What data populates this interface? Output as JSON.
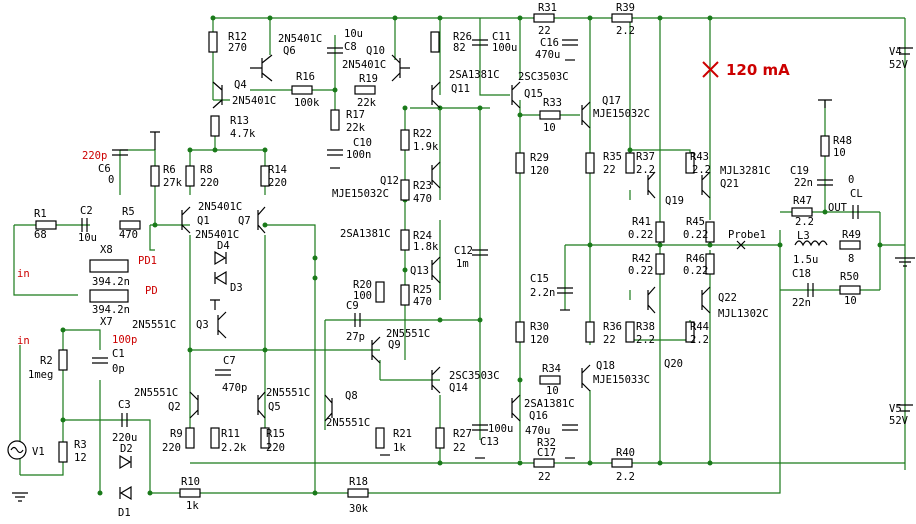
{
  "labels": [
    {
      "text": "R12",
      "name": "r12"
    },
    {
      "text": "270",
      "name": "r12-value"
    },
    {
      "text": "Q6",
      "name": "q6"
    },
    {
      "text": "2N5401C",
      "name": "q6-type"
    },
    {
      "text": "10u",
      "name": "c8-value"
    },
    {
      "text": "C8",
      "name": "c8"
    },
    {
      "text": "Q10",
      "name": "q10"
    },
    {
      "text": "2N5401C",
      "name": "q10-type"
    },
    {
      "text": "R26",
      "name": "r26"
    },
    {
      "text": "82",
      "name": "r26-value"
    },
    {
      "text": "C11",
      "name": "c11"
    },
    {
      "text": "100u",
      "name": "c11-value"
    },
    {
      "text": "R31",
      "name": "r31"
    },
    {
      "text": "22",
      "name": "r31-value"
    },
    {
      "text": "C16",
      "name": "c16"
    },
    {
      "text": "470u",
      "name": "c16-value"
    },
    {
      "text": "R39",
      "name": "r39"
    },
    {
      "text": "2.2",
      "name": "r39-value"
    },
    {
      "text": "V4",
      "name": "v4"
    },
    {
      "text": "52V",
      "name": "v4-value"
    },
    {
      "text": "120 mA",
      "name": "current-annotation"
    },
    {
      "text": "Q4",
      "name": "q4"
    },
    {
      "text": "2N5401C",
      "name": "q4-type"
    },
    {
      "text": "R16",
      "name": "r16"
    },
    {
      "text": "100k",
      "name": "r16-value"
    },
    {
      "text": "R19",
      "name": "r19"
    },
    {
      "text": "22k",
      "name": "r19-value"
    },
    {
      "text": "2SA1381C",
      "name": "q11-type"
    },
    {
      "text": "Q11",
      "name": "q11"
    },
    {
      "text": "2SC3503C",
      "name": "q15-type"
    },
    {
      "text": "Q15",
      "name": "q15"
    },
    {
      "text": "R33",
      "name": "r33"
    },
    {
      "text": "10",
      "name": "r33-value"
    },
    {
      "text": "Q17",
      "name": "q17"
    },
    {
      "text": "MJE15032C",
      "name": "q17-type"
    },
    {
      "text": "R13",
      "name": "r13"
    },
    {
      "text": "4.7k",
      "name": "r13-value"
    },
    {
      "text": "R17",
      "name": "r17"
    },
    {
      "text": "22k",
      "name": "r17-value"
    },
    {
      "text": "R48",
      "name": "r48"
    },
    {
      "text": "10",
      "name": "r48-value"
    },
    {
      "text": "R22",
      "name": "r22"
    },
    {
      "text": "1.9k",
      "name": "r22-value"
    },
    {
      "text": "C10",
      "name": "c10"
    },
    {
      "text": "100n",
      "name": "c10-value"
    },
    {
      "text": "220p",
      "name": "c6-value-red"
    },
    {
      "text": "C6",
      "name": "c6"
    },
    {
      "text": "0",
      "name": "c6-value"
    },
    {
      "text": "R6",
      "name": "r6"
    },
    {
      "text": "27k",
      "name": "r6-value"
    },
    {
      "text": "R8",
      "name": "r8"
    },
    {
      "text": "220",
      "name": "r8-value"
    },
    {
      "text": "R14",
      "name": "r14"
    },
    {
      "text": "220",
      "name": "r14-value"
    },
    {
      "text": "Q12",
      "name": "q12"
    },
    {
      "text": "MJE15032C",
      "name": "q12-type"
    },
    {
      "text": "R23",
      "name": "r23"
    },
    {
      "text": "470",
      "name": "r23-value"
    },
    {
      "text": "R29",
      "name": "r29"
    },
    {
      "text": "120",
      "name": "r29-value"
    },
    {
      "text": "R35",
      "name": "r35"
    },
    {
      "text": "22",
      "name": "r35-value"
    },
    {
      "text": "R37",
      "name": "r37"
    },
    {
      "text": "2.2",
      "name": "r37-value"
    },
    {
      "text": "R43",
      "name": "r43"
    },
    {
      "text": "2.2",
      "name": "r43-value"
    },
    {
      "text": "MJL3281C",
      "name": "q21-type"
    },
    {
      "text": "Q21",
      "name": "q21"
    },
    {
      "text": "C19",
      "name": "c19"
    },
    {
      "text": "22n",
      "name": "c19-value"
    },
    {
      "text": "0",
      "name": "cl-value"
    },
    {
      "text": "CL",
      "name": "cl"
    },
    {
      "text": "Q19",
      "name": "q19"
    },
    {
      "text": "R1",
      "name": "r1"
    },
    {
      "text": "68",
      "name": "r1-value"
    },
    {
      "text": "C2",
      "name": "c2"
    },
    {
      "text": "10u",
      "name": "c2-value"
    },
    {
      "text": "R5",
      "name": "r5"
    },
    {
      "text": "470",
      "name": "r5-value"
    },
    {
      "text": "Q1",
      "name": "q1"
    },
    {
      "text": "2N5401C",
      "name": "q1-type"
    },
    {
      "text": "Q7",
      "name": "q7"
    },
    {
      "text": "2N5401C",
      "name": "q7-type"
    },
    {
      "text": "2SA1381C",
      "name": "q13-type"
    },
    {
      "text": "R41",
      "name": "r41"
    },
    {
      "text": "0.22",
      "name": "r41-value"
    },
    {
      "text": "R45",
      "name": "r45"
    },
    {
      "text": "0.22",
      "name": "r45-value"
    },
    {
      "text": "R47",
      "name": "r47"
    },
    {
      "text": "2.2",
      "name": "r47-value"
    },
    {
      "text": "OUT",
      "name": "out-label"
    },
    {
      "text": "X8",
      "name": "x8"
    },
    {
      "text": "D4",
      "name": "d4"
    },
    {
      "text": "PD1",
      "name": "pd1-label"
    },
    {
      "text": "R24",
      "name": "r24"
    },
    {
      "text": "1.8k",
      "name": "r24-value"
    },
    {
      "text": "C12",
      "name": "c12"
    },
    {
      "text": "1m",
      "name": "c12-value"
    },
    {
      "text": "Probe1",
      "name": "probe1"
    },
    {
      "text": "L3",
      "name": "l3"
    },
    {
      "text": "1.5u",
      "name": "l3-value"
    },
    {
      "text": "R49",
      "name": "r49"
    },
    {
      "text": "8",
      "name": "r49-value"
    },
    {
      "text": "in",
      "name": "in-label-1"
    },
    {
      "text": "394.2n",
      "name": "x8-value"
    },
    {
      "text": "D3",
      "name": "d3"
    },
    {
      "text": "Q13",
      "name": "q13"
    },
    {
      "text": "R42",
      "name": "r42"
    },
    {
      "text": "0.22",
      "name": "r42-value"
    },
    {
      "text": "R46",
      "name": "r46"
    },
    {
      "text": "0.22",
      "name": "r46-value"
    },
    {
      "text": "PD",
      "name": "pd-label"
    },
    {
      "text": "394.2n",
      "name": "x7-value"
    },
    {
      "text": "X7",
      "name": "x7"
    },
    {
      "text": "R20",
      "name": "r20"
    },
    {
      "text": "100",
      "name": "r20-value"
    },
    {
      "text": "R25",
      "name": "r25"
    },
    {
      "text": "470",
      "name": "r25-value"
    },
    {
      "text": "C15",
      "name": "c15"
    },
    {
      "text": "2.2n",
      "name": "c15-value"
    },
    {
      "text": "C18",
      "name": "c18"
    },
    {
      "text": "22n",
      "name": "c18-value"
    },
    {
      "text": "R50",
      "name": "r50"
    },
    {
      "text": "10",
      "name": "r50-value"
    },
    {
      "text": "2N5551C",
      "name": "q3-type"
    },
    {
      "text": "Q3",
      "name": "q3"
    },
    {
      "text": "C9",
      "name": "c9"
    },
    {
      "text": "27p",
      "name": "c9-value"
    },
    {
      "text": "2N5551C",
      "name": "q9-type"
    },
    {
      "text": "Q9",
      "name": "q9"
    },
    {
      "text": "R30",
      "name": "r30"
    },
    {
      "text": "120",
      "name": "r30-value"
    },
    {
      "text": "R36",
      "name": "r36"
    },
    {
      "text": "22",
      "name": "r36-value"
    },
    {
      "text": "R38",
      "name": "r38"
    },
    {
      "text": "2.2",
      "name": "r38-value"
    },
    {
      "text": "R44",
      "name": "r44"
    },
    {
      "text": "2.2",
      "name": "r44-value"
    },
    {
      "text": "Q22",
      "name": "q22"
    },
    {
      "text": "MJL1302C",
      "name": "q22-type"
    },
    {
      "text": "in",
      "name": "in-label-2"
    },
    {
      "text": "100p",
      "name": "c1-value-red"
    },
    {
      "text": "C1",
      "name": "c1"
    },
    {
      "text": "0p",
      "name": "c1-value"
    },
    {
      "text": "R2",
      "name": "r2"
    },
    {
      "text": "1meg",
      "name": "r2-value"
    },
    {
      "text": "C7",
      "name": "c7"
    },
    {
      "text": "470p",
      "name": "c7-value"
    },
    {
      "text": "Q18",
      "name": "q18"
    },
    {
      "text": "MJE15033C",
      "name": "q18-type"
    },
    {
      "text": "Q20",
      "name": "q20"
    },
    {
      "text": "R34",
      "name": "r34"
    },
    {
      "text": "10",
      "name": "r34-value"
    },
    {
      "text": "2SC3503C",
      "name": "q14-type"
    },
    {
      "text": "Q14",
      "name": "q14"
    },
    {
      "text": "C3",
      "name": "c3"
    },
    {
      "text": "220u",
      "name": "c3-value"
    },
    {
      "text": "2N5551C",
      "name": "q2-type"
    },
    {
      "text": "Q2",
      "name": "q2"
    },
    {
      "text": "2N5551C",
      "name": "q5-type"
    },
    {
      "text": "Q5",
      "name": "q5"
    },
    {
      "text": "Q8",
      "name": "q8"
    },
    {
      "text": "2N5551C",
      "name": "q8-type"
    },
    {
      "text": "2SA1381C",
      "name": "q16-type"
    },
    {
      "text": "Q16",
      "name": "q16"
    },
    {
      "text": "V1",
      "name": "v1"
    },
    {
      "text": "R9",
      "name": "r9"
    },
    {
      "text": "220",
      "name": "r9-value"
    },
    {
      "text": "R11",
      "name": "r11"
    },
    {
      "text": "2.2k",
      "name": "r11-value"
    },
    {
      "text": "R15",
      "name": "r15"
    },
    {
      "text": "220",
      "name": "r15-value"
    },
    {
      "text": "R21",
      "name": "r21"
    },
    {
      "text": "1k",
      "name": "r21-value"
    },
    {
      "text": "R27",
      "name": "r27"
    },
    {
      "text": "22",
      "name": "r27-value"
    },
    {
      "text": "100u",
      "name": "c13-value"
    },
    {
      "text": "C13",
      "name": "c13"
    },
    {
      "text": "470u",
      "name": "c17-value"
    },
    {
      "text": "C17",
      "name": "c17"
    },
    {
      "text": "R32",
      "name": "r32"
    },
    {
      "text": "22",
      "name": "r32-value"
    },
    {
      "text": "V5",
      "name": "v5"
    },
    {
      "text": "52V",
      "name": "v5-value"
    },
    {
      "text": "R3",
      "name": "r3"
    },
    {
      "text": "12",
      "name": "r3-value"
    },
    {
      "text": "D2",
      "name": "d2"
    },
    {
      "text": "D1",
      "name": "d1"
    },
    {
      "text": "R10",
      "name": "r10"
    },
    {
      "text": "1k",
      "name": "r10-value"
    },
    {
      "text": "R18",
      "name": "r18"
    },
    {
      "text": "30k",
      "name": "r18-value"
    },
    {
      "text": "R40",
      "name": "r40"
    },
    {
      "text": "2.2",
      "name": "r40-value"
    }
  ],
  "colors": {
    "wire": "#1a7a1a",
    "part": "#000000",
    "annotation": "#cc0000",
    "background": "#ffffff"
  }
}
